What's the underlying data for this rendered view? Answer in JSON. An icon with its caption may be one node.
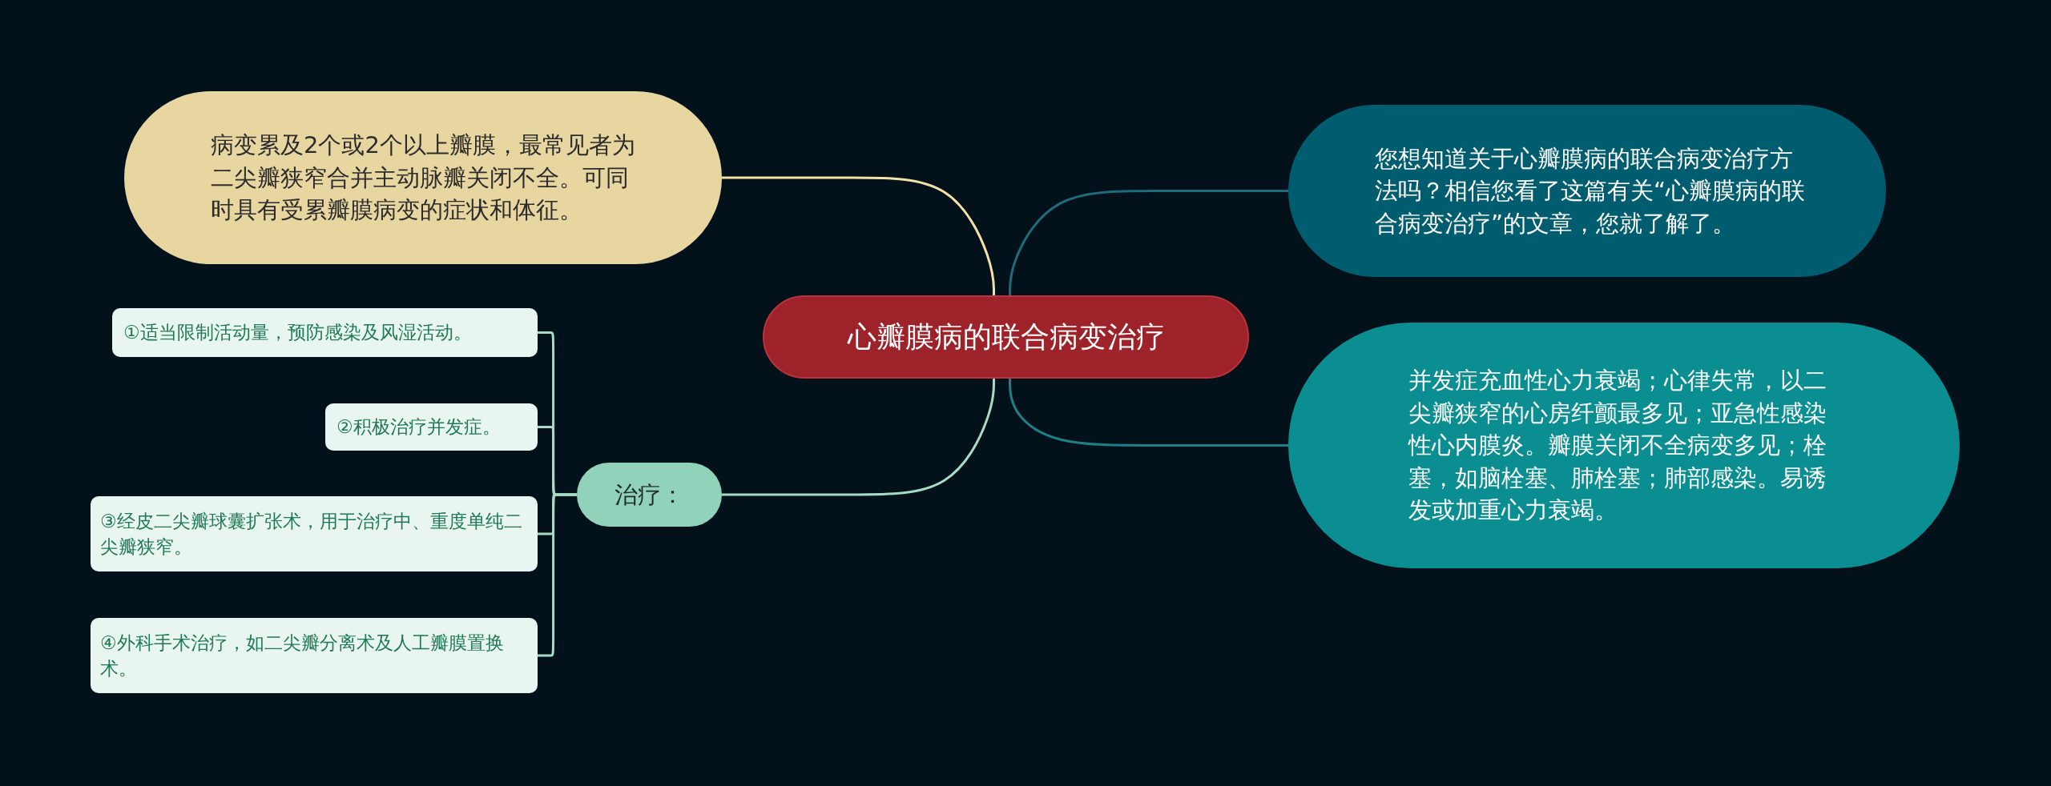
{
  "diagram": {
    "nodes": [
      {
        "text": [
          "心瓣膜病的联合病变治疗"
        ]
      },
      {
        "text": [
          "病变累及2个或2个以上瓣膜，最常见者为二尖瓣狭窄合并主动脉瓣关闭不全。可同时具有受累瓣膜病变的症状和体征。"
        ]
      },
      {
        "text": [
          "您想知道关于心瓣膜病的联合病变治疗方法吗？相信您看了这篇有关“心瓣膜病的联合病变治疗”的文章，您就了解了。"
        ]
      },
      {
        "text": [
          "并发症充血性心力衰竭；心律失常，以二尖瓣狭窄的心房纤颤最多见；亚急性感染性心内膜炎。瓣膜关闭不全病变多见；栓塞，如脑栓塞、肺栓塞；肺部感染。易诱发或加重心力衰竭。"
        ]
      },
      {
        "text": [
          "治疗："
        ]
      },
      {
        "text": [
          "①适当限制活动量，预防感染及风湿活动。"
        ]
      },
      {
        "text": [
          "②积极治疗并发症。"
        ]
      },
      {
        "text": [
          "③经皮二尖瓣球囊扩张术，用于治疗中、重度单纯二尖瓣狭窄。"
        ]
      },
      {
        "text": [
          "④外科手术治疗，如二尖瓣分离术及人工瓣膜置换术。"
        ]
      }
    ],
    "edges": [
      {
        "from": 0,
        "to": 1,
        "arrow": "none",
        "color": "#f3e2a6"
      },
      {
        "from": 0,
        "to": 2,
        "arrow": "none",
        "color": "#1e6b7a"
      },
      {
        "from": 0,
        "to": 3,
        "arrow": "none",
        "color": "#1e7f86"
      },
      {
        "from": 0,
        "to": 4,
        "arrow": "none"
      },
      {
        "from": 4,
        "to": 5,
        "arrow": "none"
      },
      {
        "from": 4,
        "to": 6,
        "arrow": "none"
      },
      {
        "from": 4,
        "to": 7,
        "arrow": "none"
      },
      {
        "from": 4,
        "to": 8,
        "arrow": "none"
      }
    ]
  }
}
